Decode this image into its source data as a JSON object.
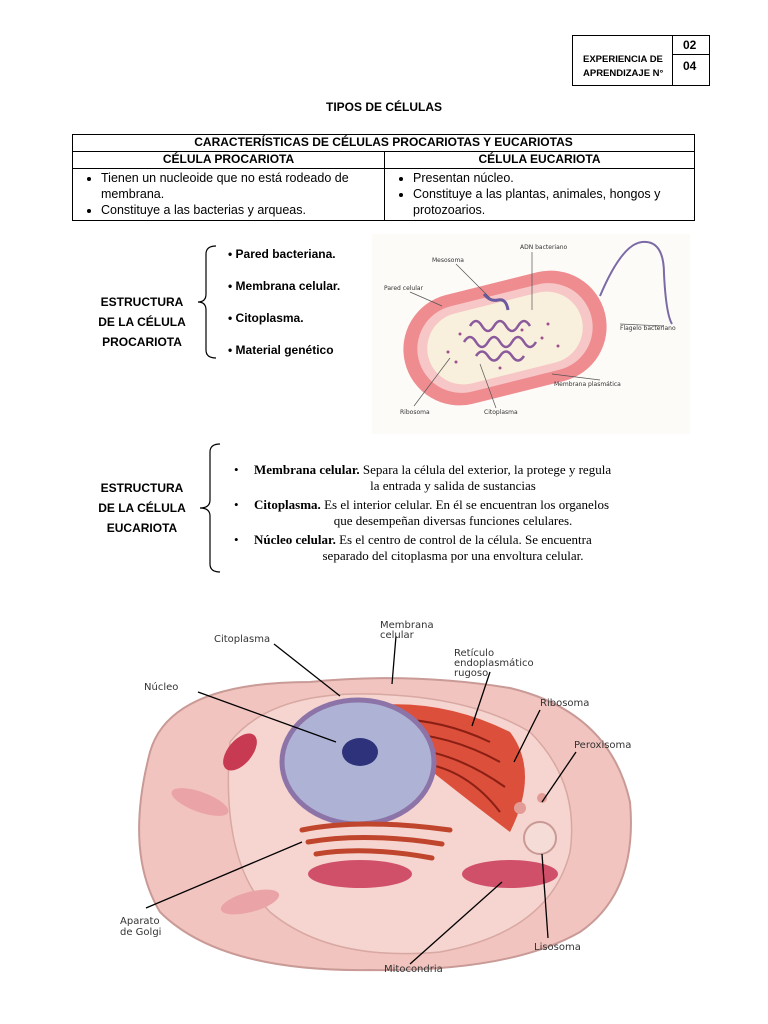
{
  "header": {
    "label_line1": "EXPERIENCIA DE",
    "label_line2": "APRENDIZAJE N°",
    "number_top": "02",
    "number_bottom": "04"
  },
  "title": "TIPOS DE CÉLULAS",
  "table": {
    "caption": "CARACTERÍSTICAS DE CÉLULAS PROCARIOTAS Y EUCARIOTAS",
    "col_prokaryote": "CÉLULA PROCARIOTA",
    "col_eukaryote": "CÉLULA EUCARIOTA",
    "prokaryote_items": [
      "Tienen un nucleoide que no está rodeado de membrana.",
      "Constituye a las bacterias y arqueas."
    ],
    "eukaryote_items": [
      "Presentan núcleo.",
      "Constituye a las plantas, animales, hongos y protozoarios."
    ]
  },
  "prokaryote_section": {
    "label_line1": "ESTRUCTURA",
    "label_line2": "DE LA CÉLULA",
    "label_line3": "PROCARIOTA",
    "items": [
      "• Pared bacteriana.",
      "• Membrana celular.",
      "• Citoplasma.",
      "• Material genético"
    ],
    "diagram_labels": {
      "dna": "ADN bacteriano",
      "mesosome": "Mesosoma",
      "wall": "Pared celular",
      "flagellum": "Flagelo bacteriano",
      "membrane": "Membrana plasmática",
      "ribosome": "Ribosoma",
      "cytoplasm": "Citoplasma"
    }
  },
  "eukaryote_section": {
    "label_line1": "ESTRUCTURA",
    "label_line2": "DE LA CÉLULA",
    "label_line3": "EUCARIOTA",
    "items": [
      {
        "term": "Membrana celular.",
        "text": " Separa la célula del exterior, la protege y regula",
        "cont": "la entrada y salida de sustancias"
      },
      {
        "term": "Citoplasma.",
        "text": " Es el interior celular. En él se encuentran los organelos",
        "cont": "que desempeñan diversas funciones celulares."
      },
      {
        "term": "Núcleo celular.",
        "text": " Es el centro de control de la célula. Se encuentra",
        "cont": "separado del citoplasma por una envoltura celular."
      }
    ]
  },
  "animal_cell_labels": {
    "membrane_line1": "Membrana",
    "membrane_line2": "celular",
    "cytoplasm": "Citoplasma",
    "rer_line1": "Retículo",
    "rer_line2": "endoplasmático",
    "rer_line3": "rugoso",
    "nucleus": "Núcleo",
    "ribosome": "Ribosoma",
    "peroxisome": "Peroxisoma",
    "golgi_line1": "Aparato",
    "golgi_line2": "de Golgi",
    "lysosome": "Lisosoma",
    "mitochondria": "Mitocondria"
  },
  "colors": {
    "cell_pink": "#f2c4bf",
    "nucleus_blue": "#aeb3d6",
    "rer_red": "#d8402a",
    "bacteria_pink": "#ee8f90"
  }
}
